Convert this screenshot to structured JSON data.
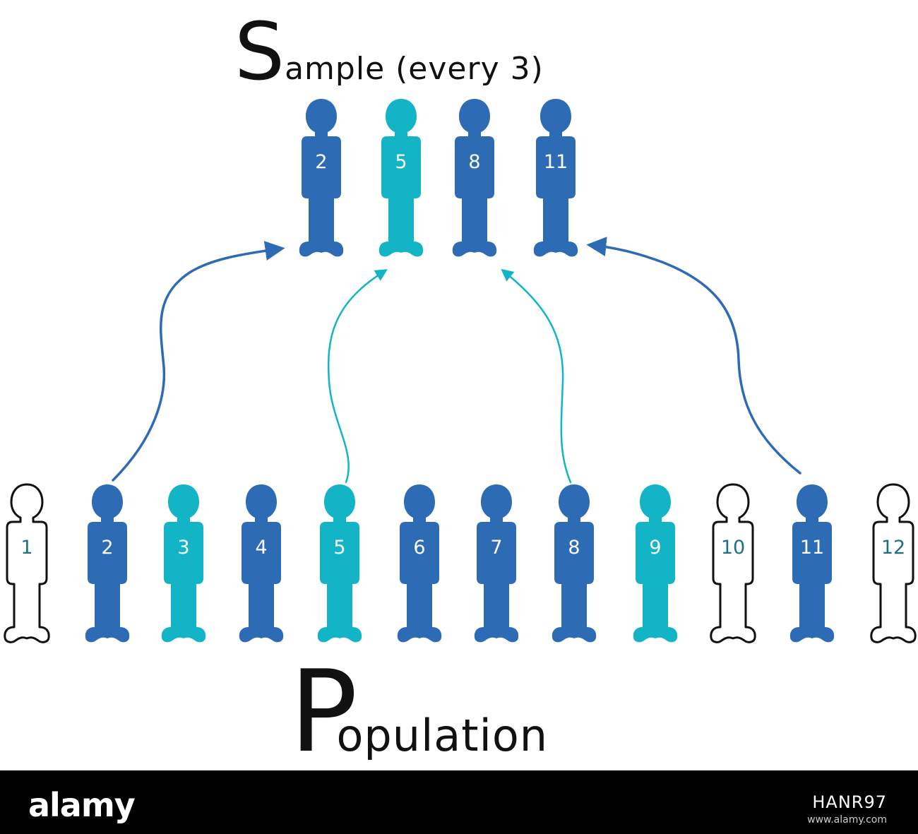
{
  "sample_title": {
    "first_letter": "S",
    "rest": "ample (every 3)"
  },
  "population_title": {
    "first_letter": "P",
    "rest": "opulation"
  },
  "colors": {
    "dark_blue": "#2e6bb5",
    "light_blue": "#13b4c6",
    "outline": "#111111",
    "outline_number": "#1f6f80"
  },
  "sample": [
    {
      "number": "2",
      "style": "dark"
    },
    {
      "number": "5",
      "style": "light"
    },
    {
      "number": "8",
      "style": "dark"
    },
    {
      "number": "11",
      "style": "dark"
    }
  ],
  "population": [
    {
      "number": "1",
      "style": "outline"
    },
    {
      "number": "2",
      "style": "dark"
    },
    {
      "number": "3",
      "style": "light"
    },
    {
      "number": "4",
      "style": "dark"
    },
    {
      "number": "5",
      "style": "light"
    },
    {
      "number": "6",
      "style": "dark"
    },
    {
      "number": "7",
      "style": "dark"
    },
    {
      "number": "8",
      "style": "dark"
    },
    {
      "number": "9",
      "style": "light"
    },
    {
      "number": "10",
      "style": "outline"
    },
    {
      "number": "11",
      "style": "dark"
    },
    {
      "number": "12",
      "style": "outline"
    }
  ],
  "arrows": [
    {
      "from": "2",
      "to": "2",
      "style": "dark"
    },
    {
      "from": "5",
      "to": "5",
      "style": "light"
    },
    {
      "from": "8",
      "to": "8",
      "style": "light"
    },
    {
      "from": "11",
      "to": "11",
      "style": "dark"
    }
  ],
  "watermark": {
    "logo": "alamy",
    "code": "HANR97",
    "url": "www.alamy.com"
  }
}
